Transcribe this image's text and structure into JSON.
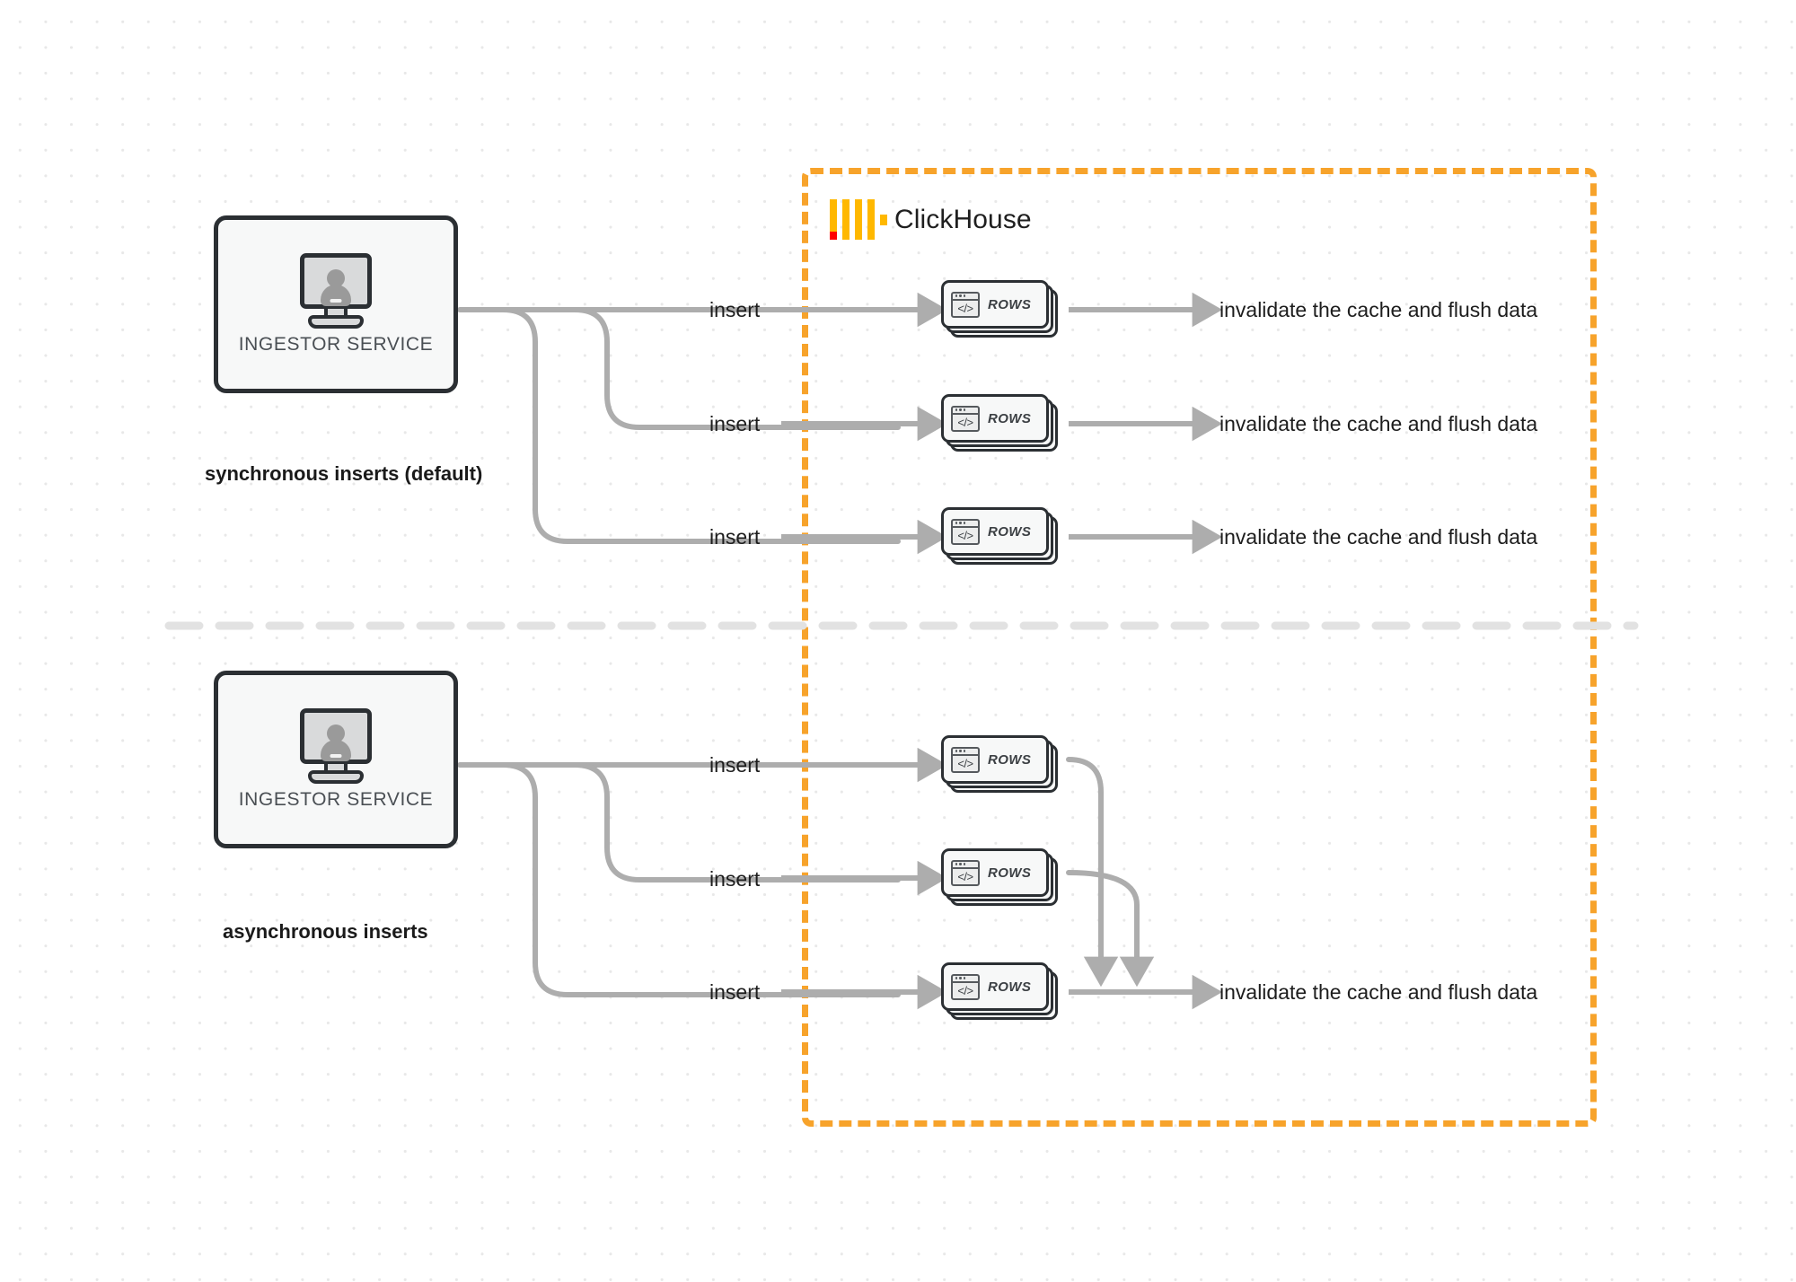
{
  "diagram": {
    "title": "ClickHouse synchronous vs asynchronous inserts",
    "colors": {
      "accent_orange": "#F7A32B",
      "logo_yellow": "#FFB800",
      "logo_red": "#FF0000",
      "wire_gray": "#ADADAD",
      "node_border": "#2B2F33",
      "node_fill": "#F7F8F8",
      "background": "#FFFFFF",
      "dot_grid": "#E8E8E8",
      "divider": "#E2E2E2"
    }
  },
  "clickhouse": {
    "logo_name": "clickhouse-logo",
    "label": "ClickHouse"
  },
  "sections": [
    {
      "id": "synchronous",
      "caption": "synchronous inserts (default)",
      "ingestor": {
        "label": "INGESTOR SERVICE",
        "icon": "monitor-user-icon"
      },
      "flows": [
        {
          "insert_label": "insert",
          "node_label": "ROWS",
          "node_icon": "code-window-icon",
          "out_label": "invalidate the cache and flush data"
        },
        {
          "insert_label": "insert",
          "node_label": "ROWS",
          "node_icon": "code-window-icon",
          "out_label": "invalidate the cache and flush data"
        },
        {
          "insert_label": "insert",
          "node_label": "ROWS",
          "node_icon": "code-window-icon",
          "out_label": "invalidate the cache and flush data"
        }
      ]
    },
    {
      "id": "asynchronous",
      "caption": "asynchronous inserts",
      "ingestor": {
        "label": "INGESTOR SERVICE",
        "icon": "monitor-user-icon"
      },
      "flows": [
        {
          "insert_label": "insert",
          "node_label": "ROWS",
          "node_icon": "code-window-icon",
          "out_label": ""
        },
        {
          "insert_label": "insert",
          "node_label": "ROWS",
          "node_icon": "code-window-icon",
          "out_label": ""
        },
        {
          "insert_label": "insert",
          "node_label": "ROWS",
          "node_icon": "code-window-icon",
          "out_label": "invalidate the cache and flush data"
        }
      ]
    }
  ]
}
